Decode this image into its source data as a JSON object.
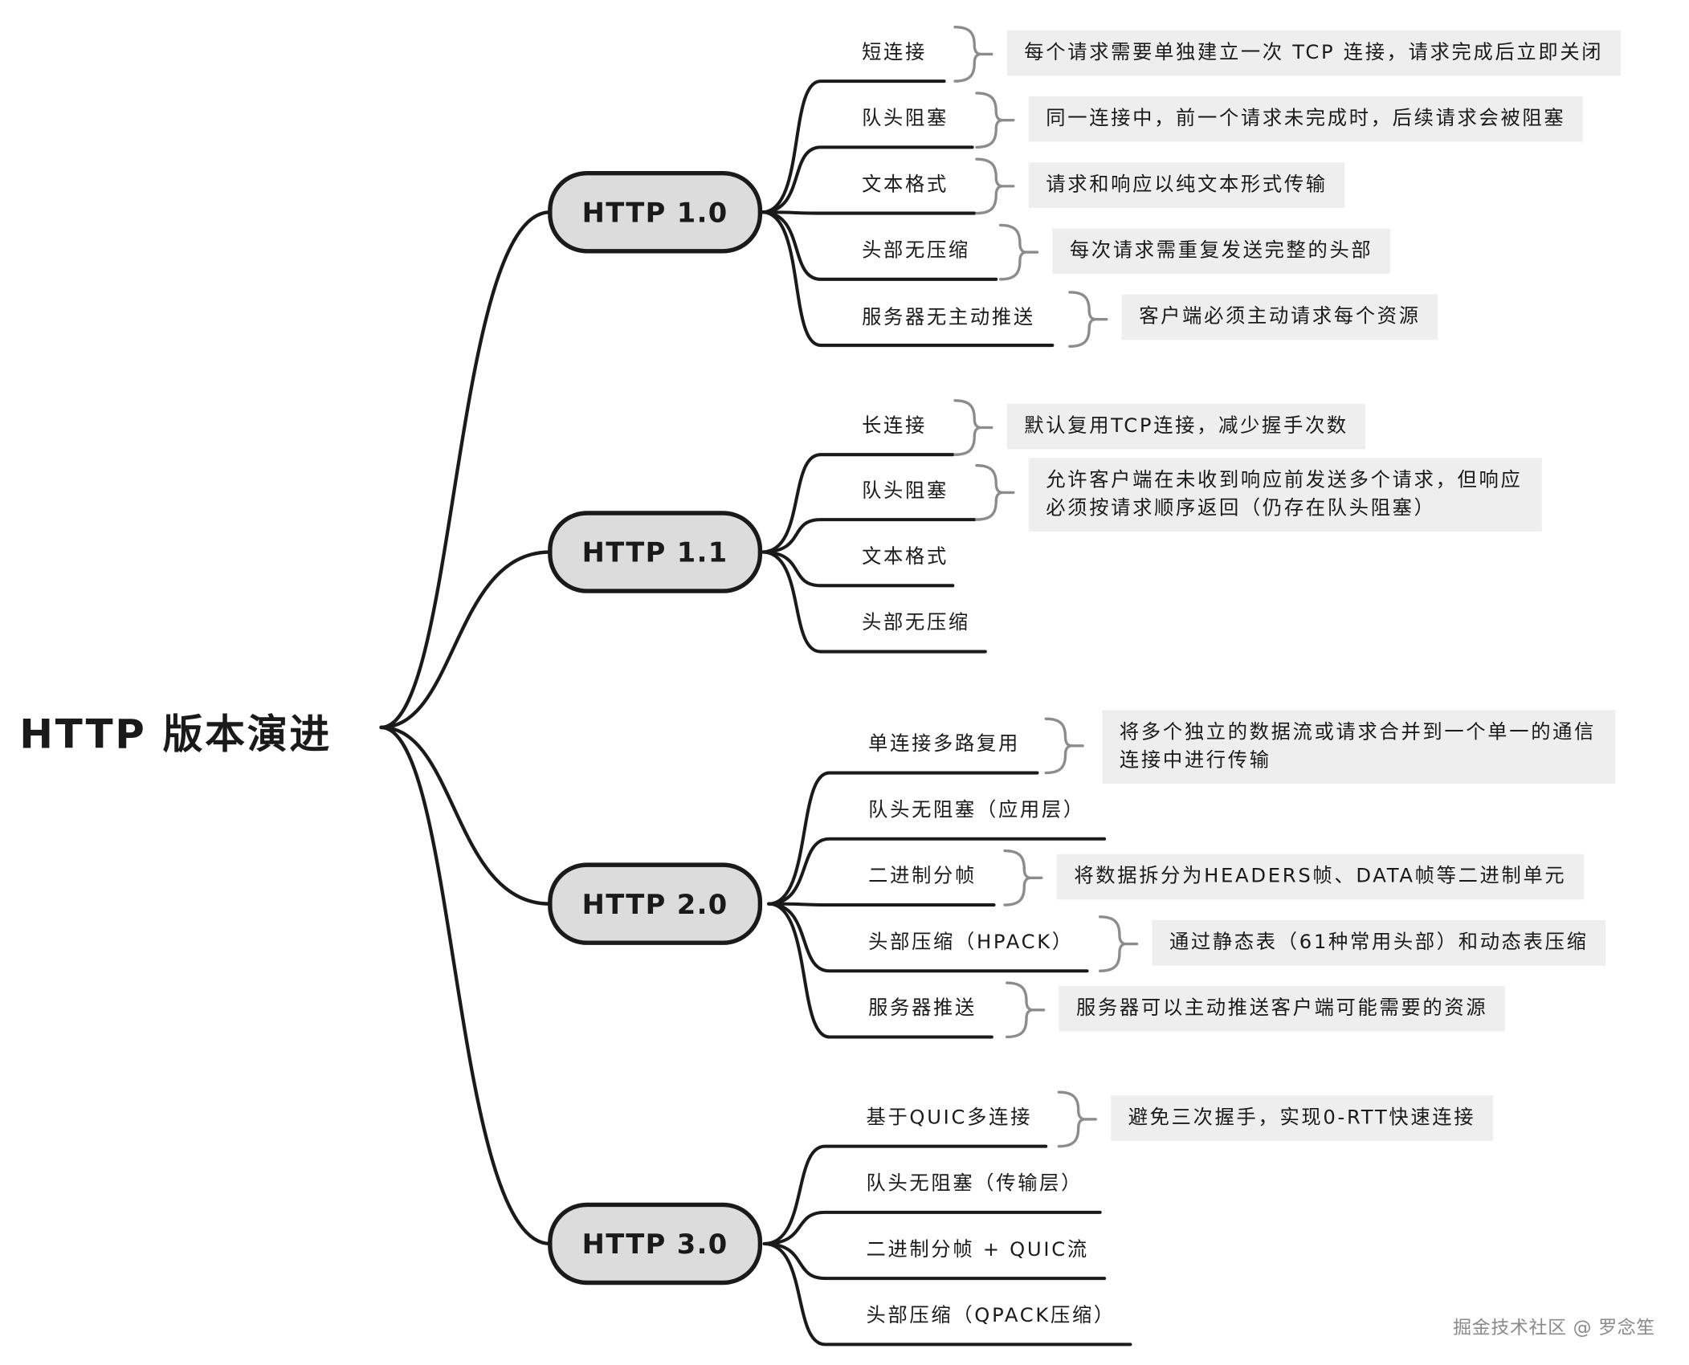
{
  "root": {
    "title": "HTTP 版本演进"
  },
  "versions": [
    {
      "name": "HTTP 1.0",
      "features": [
        {
          "label": "短连接",
          "note": "每个请求需要单独建立一次 TCP 连接，请求完成后立即关闭"
        },
        {
          "label": "队头阻塞",
          "note": "同一连接中，前一个请求未完成时，后续请求会被阻塞"
        },
        {
          "label": "文本格式",
          "note": "请求和响应以纯文本形式传输"
        },
        {
          "label": "头部无压缩",
          "note": "每次请求需重复发送完整的头部"
        },
        {
          "label": "服务器无主动推送",
          "note": "客户端必须主动请求每个资源"
        }
      ]
    },
    {
      "name": "HTTP 1.1",
      "features": [
        {
          "label": "长连接",
          "note": "默认复用TCP连接，减少握手次数"
        },
        {
          "label": "队头阻塞",
          "note": "允许客户端在未收到响应前发送多个请求，但响应必须按请求顺序返回（仍存在队头阻塞）"
        },
        {
          "label": "文本格式",
          "note": ""
        },
        {
          "label": "头部无压缩",
          "note": ""
        }
      ]
    },
    {
      "name": "HTTP 2.0",
      "features": [
        {
          "label": "单连接多路复用",
          "note": "将多个独立的数据流或请求合并到一个单一的通信连接中进行传输"
        },
        {
          "label": "队头无阻塞（应用层）",
          "note": ""
        },
        {
          "label": "二进制分帧",
          "note": "将数据拆分为HEADERS帧、DATA帧等二进制单元"
        },
        {
          "label": "头部压缩（HPACK）",
          "note": "通过静态表（61种常用头部）和动态表压缩"
        },
        {
          "label": "服务器推送",
          "note": "服务器可以主动推送客户端可能需要的资源"
        }
      ]
    },
    {
      "name": "HTTP 3.0",
      "features": [
        {
          "label": "基于QUIC多连接",
          "note": "避免三次握手，实现0-RTT快速连接"
        },
        {
          "label": "队头无阻塞（传输层）",
          "note": ""
        },
        {
          "label": "二进制分帧 + QUIC流",
          "note": ""
        },
        {
          "label": "头部压缩（QPACK压缩）",
          "note": ""
        }
      ]
    }
  ],
  "watermark": "掘金技术社区 @ 罗念笙",
  "colors": {
    "stroke": "#1a1a1a",
    "node_fill": "#dcdcdc",
    "note_fill": "#eeeeee",
    "bracket": "#8c8c8c",
    "watermark": "#8a8a8a"
  }
}
